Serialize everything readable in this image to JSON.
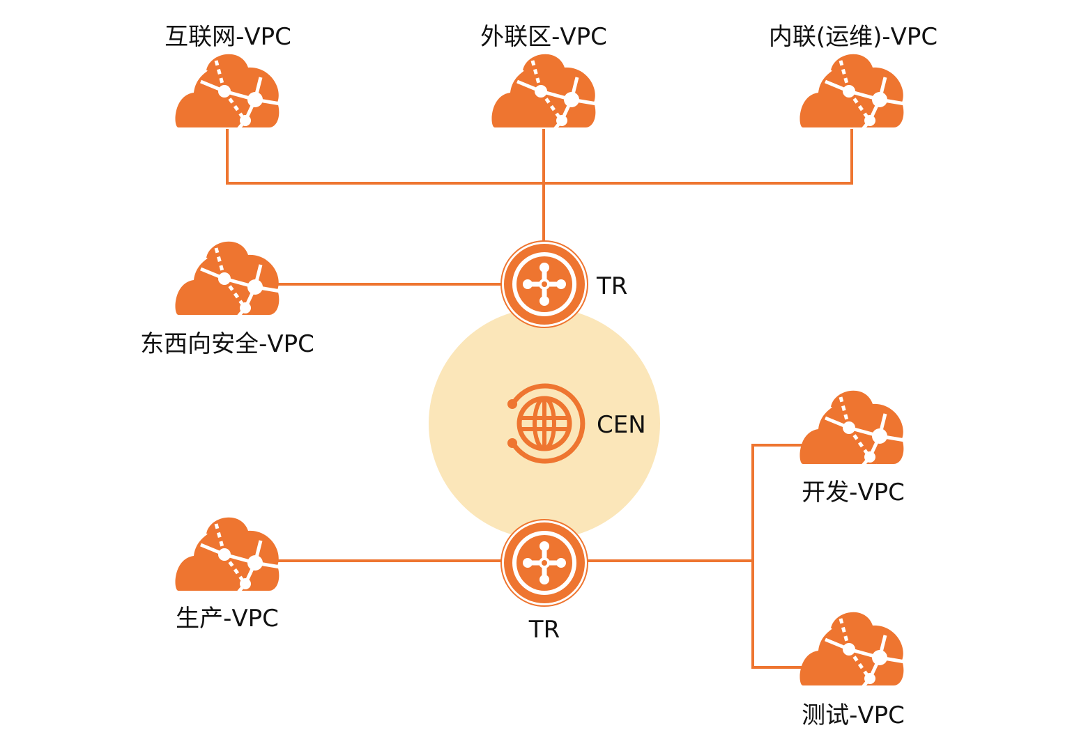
{
  "colors": {
    "accent": "#EE7530",
    "cen_background": "#FBE6B9",
    "text": "#111111",
    "background": "#FFFFFF"
  },
  "hub": {
    "label": "CEN",
    "icon": "globe-refresh-icon"
  },
  "routers": [
    {
      "id": "tr-top",
      "label": "TR",
      "icon": "router-hub-icon"
    },
    {
      "id": "tr-bottom",
      "label": "TR",
      "icon": "router-hub-icon"
    }
  ],
  "vpcs": [
    {
      "id": "internet",
      "label": "互联网-VPC",
      "icon": "vpc-cloud-icon",
      "attached_to": "tr-top"
    },
    {
      "id": "extranet",
      "label": "外联区-VPC",
      "icon": "vpc-cloud-icon",
      "attached_to": "tr-top"
    },
    {
      "id": "intranet-ops",
      "label": "内联(运维)-VPC",
      "icon": "vpc-cloud-icon",
      "attached_to": "tr-top"
    },
    {
      "id": "east-west-security",
      "label": "东西向安全-VPC",
      "icon": "vpc-cloud-icon",
      "attached_to": "tr-top"
    },
    {
      "id": "production",
      "label": "生产-VPC",
      "icon": "vpc-cloud-icon",
      "attached_to": "tr-bottom"
    },
    {
      "id": "development",
      "label": "开发-VPC",
      "icon": "vpc-cloud-icon",
      "attached_to": "tr-bottom"
    },
    {
      "id": "testing",
      "label": "测试-VPC",
      "icon": "vpc-cloud-icon",
      "attached_to": "tr-bottom"
    }
  ]
}
